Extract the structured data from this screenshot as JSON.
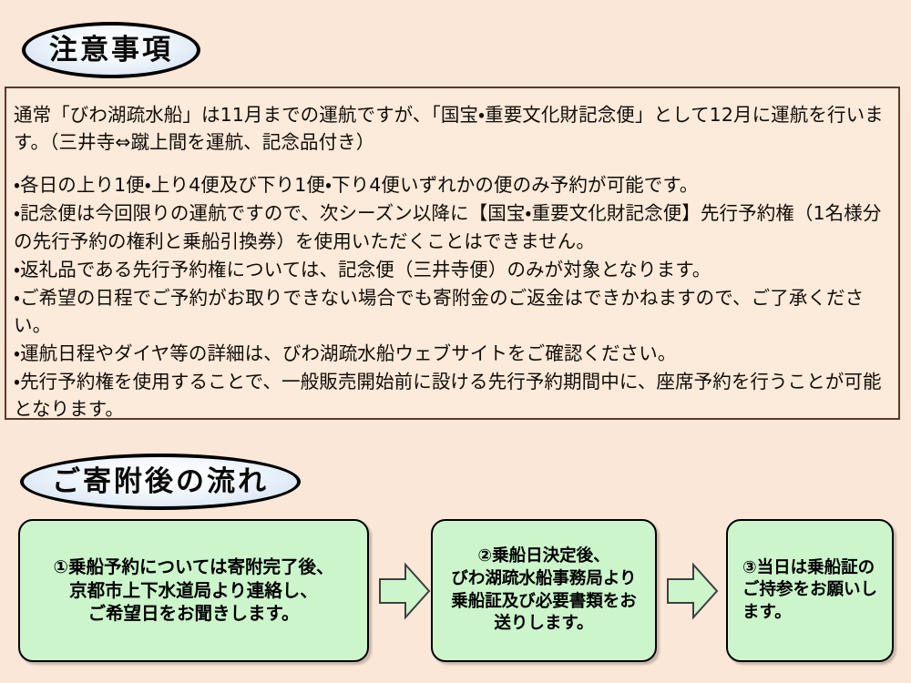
{
  "page": {
    "background_color": "#fbe7d8",
    "notice_panel_color": "#fceada",
    "notice_border_color": "#5c3a28",
    "flow_box_color": "#ccf5cc",
    "oval_fill_color": "#dbe7f5"
  },
  "notes_section": {
    "heading": "注意事項",
    "intro": "通常「びわ湖疏水船」は11月までの運航ですが、「国宝・重要文化財記念便」として12月に運航を行います。（三井寺⇔蹴上間を運航、記念品付き）",
    "bullets": [
      "・各日の上り1便・上り4便及び下り1便・下り4便いずれかの便のみ予約が可能です。",
      "・記念便は今回限りの運航ですので、次シーズン以降に【国宝・重要文化財記念便】先行予約権（1名様分の先行予約の権利と乗船引換券）を使用いただくことはできません。",
      "・返礼品である先行予約権については、記念便（三井寺便）のみが対象となります。",
      "・ご希望の日程でご予約がお取りできない場合でも寄附金のご返金はできかねますので、ご了承ください。",
      "・運航日程やダイヤ等の詳細は、びわ湖疏水船ウェブサイトをご確認ください。",
      "・先行予約権を使用することで、一般販売開始前に設ける先行予約期間中に、座席予約を行うことが可能となります。"
    ]
  },
  "flow_section": {
    "heading": "ご寄附後の流れ",
    "steps": [
      {
        "number": "①",
        "lines": [
          "①乗船予約については寄附完了後、",
          "京都市上下水道局より連絡し、",
          "ご希望日をお聞きします。"
        ]
      },
      {
        "number": "②",
        "lines": [
          "②乗船日決定後、",
          "びわ湖疏水船事務局より",
          "乗船証及び必要書類をお",
          "送りします。"
        ]
      },
      {
        "number": "③",
        "lines": [
          "③当日は乗船証の",
          "ご持参をお願いし",
          "ます。"
        ]
      }
    ],
    "arrows": [
      "right-arrow",
      "right-arrow"
    ]
  }
}
